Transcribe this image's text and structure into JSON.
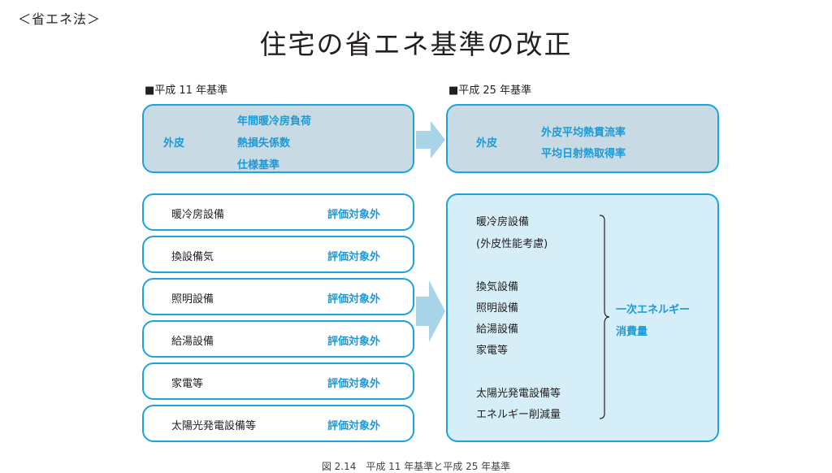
{
  "corner_label": "＜省エネ法＞",
  "title": "住宅の省エネ基準の改正",
  "left": {
    "heading": "■平成 11 年基準",
    "envelope": {
      "label": "外皮",
      "items": [
        "年間暖冷房負荷",
        "熱損失係数",
        "仕様基準"
      ]
    },
    "equipment": [
      {
        "name": "暖冷房設備",
        "status": "評価対象外"
      },
      {
        "name": "換設備気",
        "status": "評価対象外"
      },
      {
        "name": "照明設備",
        "status": "評価対象外"
      },
      {
        "name": "給湯設備",
        "status": "評価対象外"
      },
      {
        "name": "家電等",
        "status": "評価対象外"
      },
      {
        "name": "太陽光発電設備等",
        "status": "評価対象外"
      }
    ]
  },
  "right": {
    "heading": "■平成 25 年基準",
    "envelope": {
      "label": "外皮",
      "items": [
        "外皮平均熱貫流率",
        "平均日射熱取得率"
      ]
    },
    "equipment_lines": [
      "暖冷房設備",
      "(外皮性能考慮)",
      "換気設備",
      "照明設備",
      "給湯設備",
      "家電等",
      "太陽光発電設備等",
      "エネルギー削減量"
    ],
    "result": [
      "一次エネルギー",
      "消費量"
    ]
  },
  "caption": "図 2.14　平成 11 年基準と平成 25 年基準",
  "colors": {
    "border": "#1ba3dc",
    "envelope_fill": "#c8dbe4",
    "panel_fill": "#d6eef8",
    "arrow": "#a9d3e6",
    "accent_text": "#1a9ad6"
  }
}
